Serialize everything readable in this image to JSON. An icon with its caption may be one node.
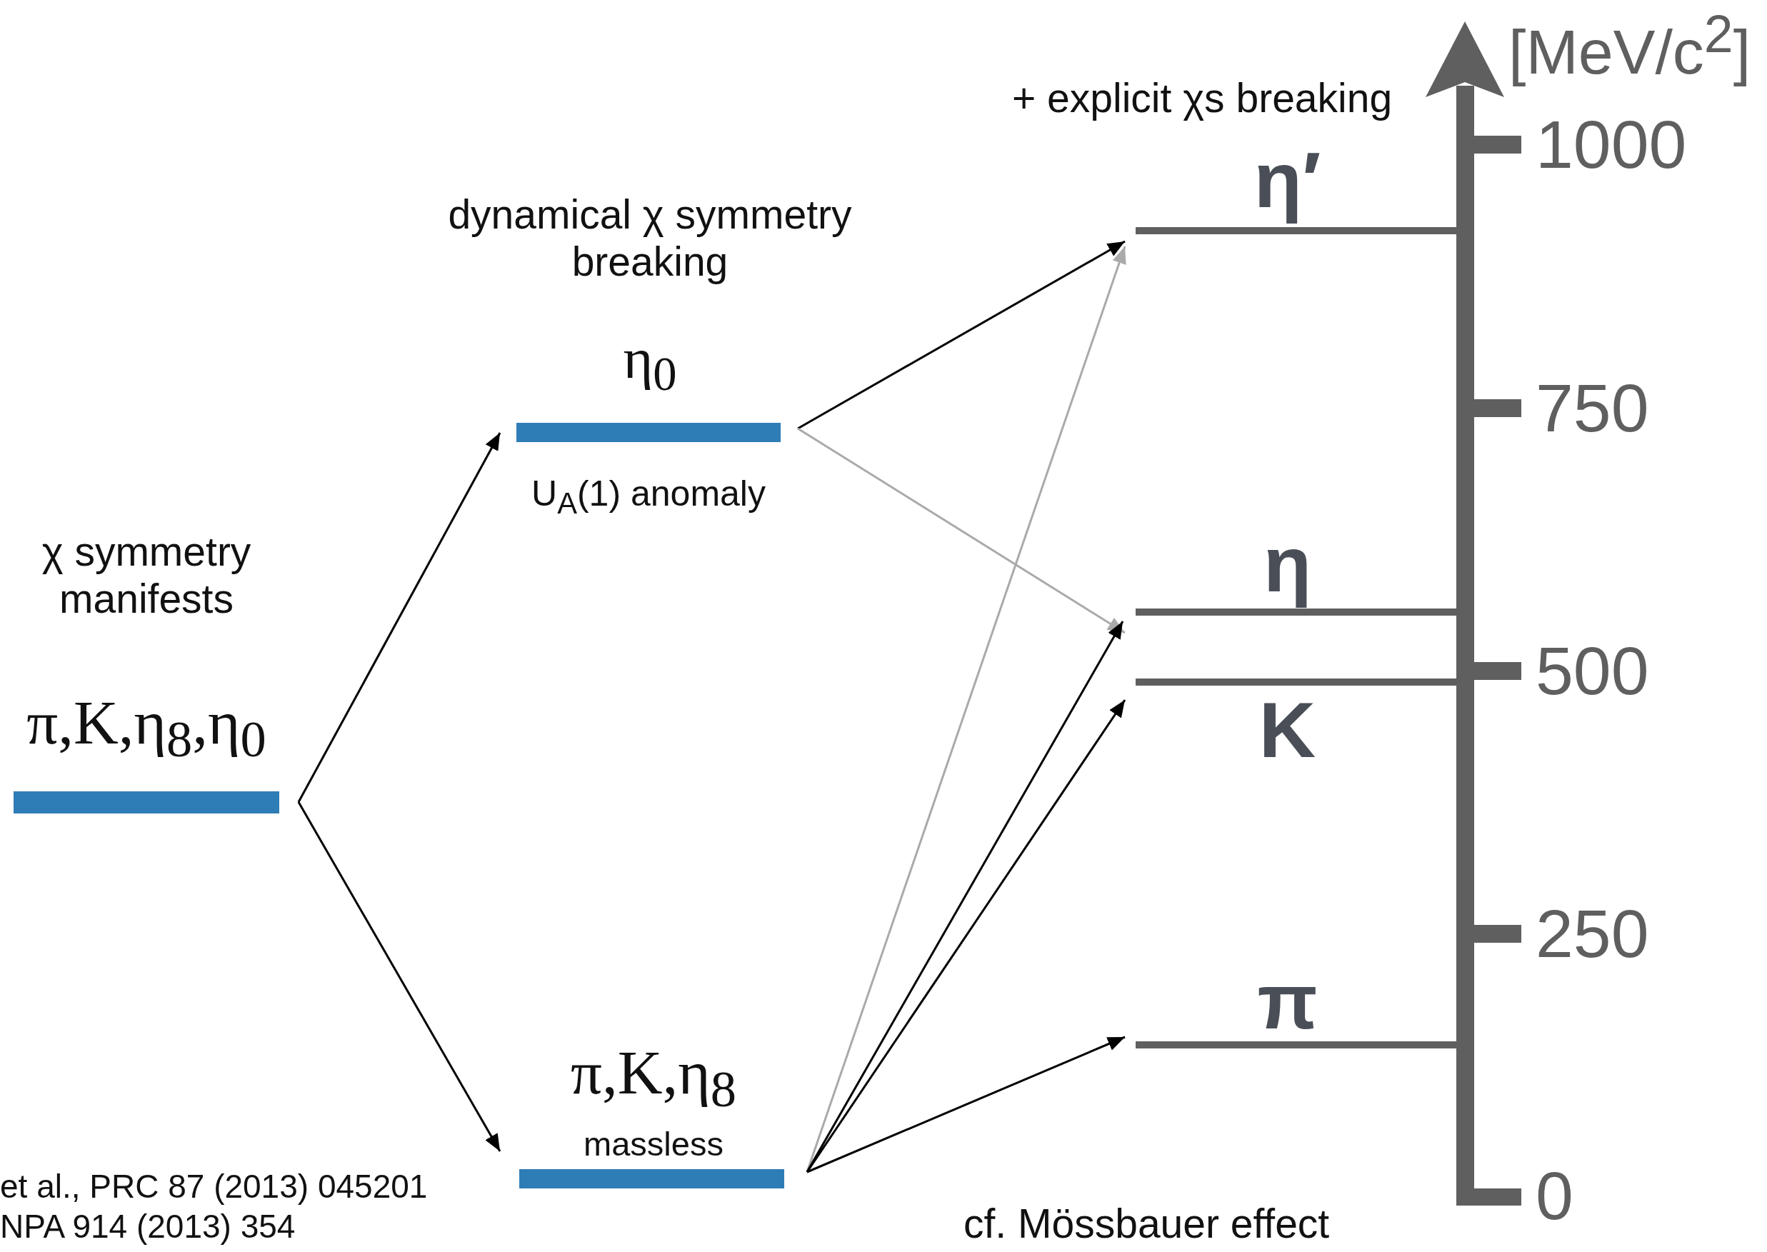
{
  "diagram": {
    "nodes": [
      {
        "text": [
          "χ symmetry manifests",
          "π,K,η$_{8}$,η$_{0}$"
        ]
      },
      {
        "text": [
          "dynamical χ symmetry breaking",
          "η$_{0}$"
        ],
        "beside": [
          "U$_{A}$(1) anomaly"
        ]
      },
      {
        "text": [
          "π,K,η$_{8}$",
          "massless"
        ]
      },
      {
        "text": [
          "η′"
        ]
      },
      {
        "text": [
          "η"
        ]
      },
      {
        "text": [
          "K"
        ]
      },
      {
        "text": [
          "π"
        ]
      }
    ],
    "edges": [
      {
        "from": 0,
        "to": 1,
        "arrow": "to"
      },
      {
        "from": 0,
        "to": 2,
        "arrow": "to"
      },
      {
        "from": 1,
        "to": 3,
        "arrow": "to"
      },
      {
        "from": 1,
        "to": 4,
        "arrow": "to",
        "color": "#aaaaaa"
      },
      {
        "from": 2,
        "to": 3,
        "arrow": "to",
        "color": "#aaaaaa"
      },
      {
        "from": 2,
        "to": 4,
        "arrow": "to"
      },
      {
        "from": 2,
        "to": 5,
        "arrow": "to"
      },
      {
        "from": 2,
        "to": 6,
        "arrow": "to"
      }
    ],
    "labels": [
      "+ explicit χs breaking",
      "[MeV/c$^{2}$]",
      "1000",
      "750",
      "500",
      "250",
      "0",
      "et al., PRC 87 (2013) 045201",
      "NPA 914 (2013) 354",
      "cf. Mössbauer effect"
    ]
  }
}
